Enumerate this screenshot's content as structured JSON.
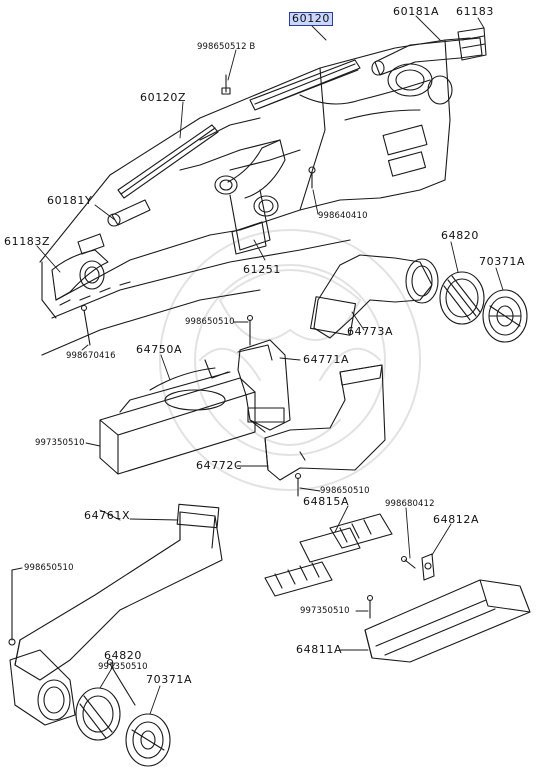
{
  "diagram": {
    "highlight_color": "#c9d7ff",
    "line_color": "#1a1a1a",
    "watermark_color": "#e2e2e2",
    "parts": [
      {
        "id": "p60120",
        "number": "60120",
        "highlighted": true
      },
      {
        "id": "p60181a",
        "number": "60181A"
      },
      {
        "id": "p61183",
        "number": "61183"
      },
      {
        "id": "p998650512b",
        "number": "998650512 B"
      },
      {
        "id": "p60120z",
        "number": "60120Z"
      },
      {
        "id": "p60181y",
        "number": "60181Y"
      },
      {
        "id": "p61183z",
        "number": "61183Z"
      },
      {
        "id": "p998640410",
        "number": "998640410"
      },
      {
        "id": "p61251",
        "number": "61251"
      },
      {
        "id": "p998670416",
        "number": "998670416"
      },
      {
        "id": "p64820a",
        "number": "64820"
      },
      {
        "id": "p70371a_a",
        "number": "70371A"
      },
      {
        "id": "p64773a",
        "number": "64773A"
      },
      {
        "id": "p998650510a",
        "number": "998650510"
      },
      {
        "id": "p64750a",
        "number": "64750A"
      },
      {
        "id": "p64771a",
        "number": "64771A"
      },
      {
        "id": "p997350510a",
        "number": "997350510"
      },
      {
        "id": "p64772c",
        "number": "64772C"
      },
      {
        "id": "p998650510b",
        "number": "998650510"
      },
      {
        "id": "p64815a",
        "number": "64815A"
      },
      {
        "id": "p998680412",
        "number": "998680412"
      },
      {
        "id": "p64812a",
        "number": "64812A"
      },
      {
        "id": "p64761x",
        "number": "64761X"
      },
      {
        "id": "p998650510c",
        "number": "998650510"
      },
      {
        "id": "p997350510b",
        "number": "997350510"
      },
      {
        "id": "p64811a",
        "number": "64811A"
      },
      {
        "id": "p64820b",
        "number": "64820"
      },
      {
        "id": "p997350510c",
        "number": "997350510"
      },
      {
        "id": "p70371a_b",
        "number": "70371A"
      }
    ]
  }
}
